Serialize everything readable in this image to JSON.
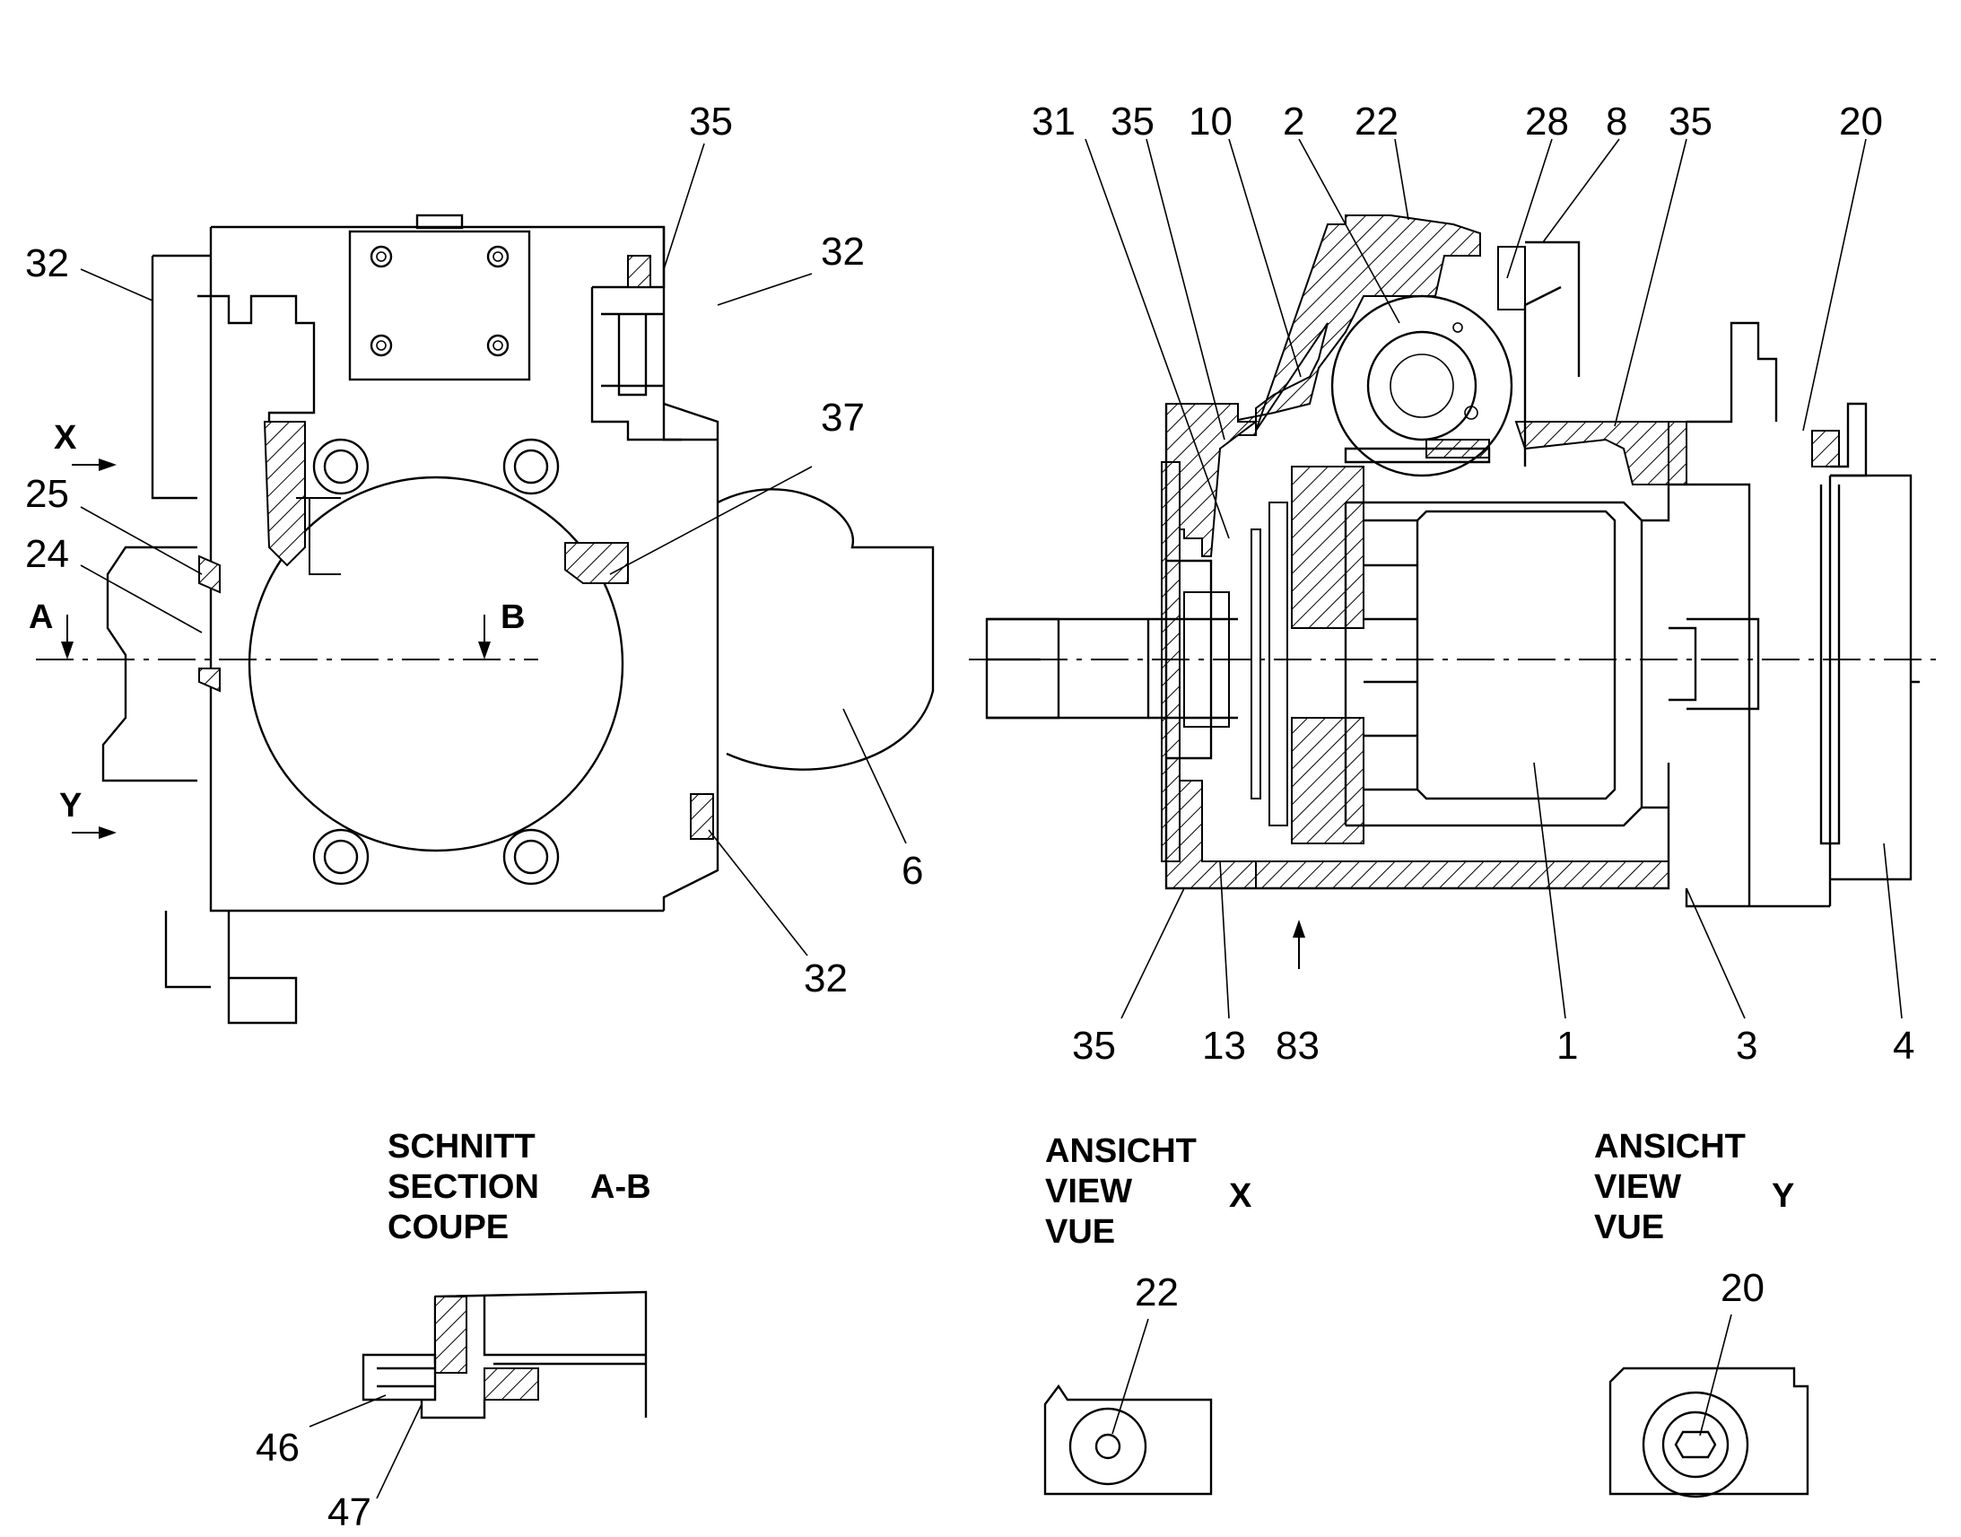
{
  "figure": {
    "main_left_labels": {
      "l35": "35",
      "l32a": "32",
      "l32b": "32",
      "l32c": "32",
      "l37": "37",
      "l25": "25",
      "l24": "24",
      "l6": "6",
      "lX": "X",
      "lY": "Y",
      "lA": "A",
      "lB": "B"
    },
    "main_right_labels": {
      "t31": "31",
      "t35a": "35",
      "t10": "10",
      "t2": "2",
      "t22": "22",
      "t28": "28",
      "t8": "8",
      "t35b": "35",
      "t20": "20",
      "b35": "35",
      "b13": "13",
      "b83": "83",
      "b1": "1",
      "b3": "3",
      "b4": "4"
    },
    "section_ab": {
      "line1": "SCHNITT",
      "line2": "SECTION",
      "line3": "COUPE",
      "tag": "A-B",
      "l46": "46",
      "l47": "47"
    },
    "view_x": {
      "line1": "ANSICHT",
      "line2": "VIEW",
      "line3": "VUE",
      "tag": "X",
      "l22": "22"
    },
    "view_y": {
      "line1": "ANSICHT",
      "line2": "VIEW",
      "line3": "VUE",
      "tag": "Y",
      "l20": "20"
    }
  }
}
